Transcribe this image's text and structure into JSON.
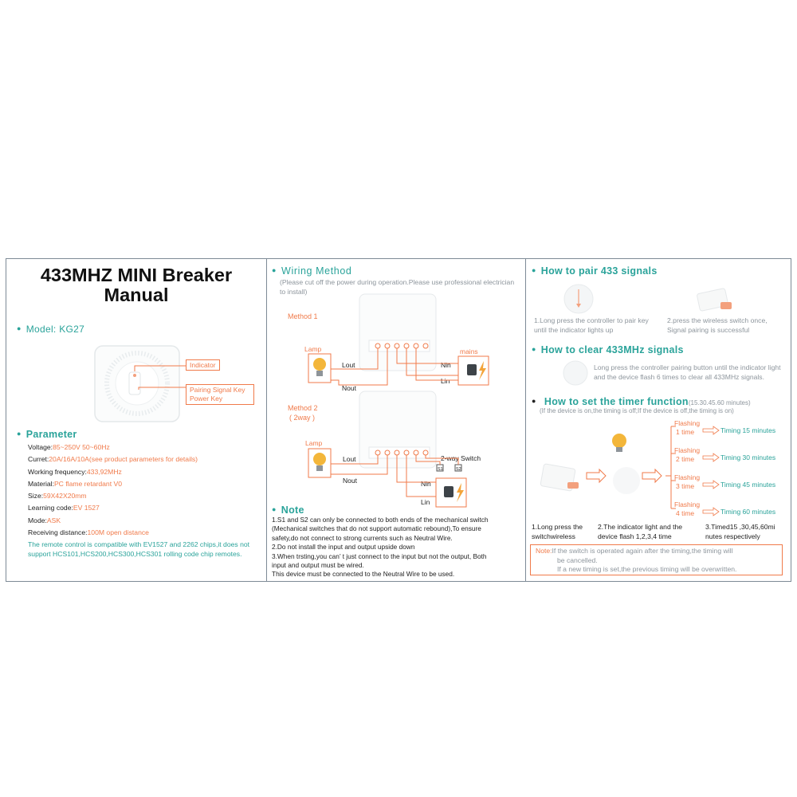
{
  "panel1": {
    "title_line1": "433MHZ MINI Breaker",
    "title_line2": "Manual",
    "model": "Model:  KG27",
    "indicator_label": "Indicator",
    "key_label_1": "Pairing Signal Key",
    "key_label_2": "Power Key",
    "parameter_heading": "Parameter",
    "params": [
      {
        "label": "Voltage:",
        "value": "85~250V  50~60Hz"
      },
      {
        "label": "Curret:",
        "value": "20A/16A/10A(see product parameters for details)"
      },
      {
        "label": "Working frequency:",
        "value": "433,92MHz"
      },
      {
        "label": "Material:",
        "value": "PC flame retardant V0"
      },
      {
        "label": "Size:",
        "value": "59X42X20mm"
      },
      {
        "label": "Learning code:",
        "value": "EV 1527"
      },
      {
        "label": "Mode:",
        "value": "ASK"
      },
      {
        "label": "Receiving distance:",
        "value": "100M open distance"
      }
    ],
    "compat_note": "The remote control is compatible with EV1527 and 2262 chips,it does not support HCS101,HCS200,HCS300,HCS301 rolling code chip remotes."
  },
  "panel2": {
    "heading": "Wiring Method",
    "subnote": "(Please cut off the power during operation.Please use professional electrician to install)",
    "method1": "Method 1",
    "method2": "Method 2",
    "method2_sub": "( 2way )",
    "lamp": "Lamp",
    "mains": "mains",
    "lout": "Lout",
    "nout": "Nout",
    "nin": "Nin",
    "lin": "Lin",
    "twoway": "2-way Switch",
    "s1": "S1",
    "s2": "S2",
    "note_heading": "Note",
    "note_lines": [
      "1.S1 and S2 can only be connected to both ends of the mechanical switch",
      "(Mechanical switches that do not support automatic rebound),To ensure",
      "safety,do not connect to strong currents such as Neutral Wire.",
      "2.Do not install the input and output upside down",
      "3.When trsting,you can’ t just connect to the input but not the output, Both",
      "input and output must be wired.",
      "This device must be connected to the Neutral Wire to be used."
    ]
  },
  "panel3": {
    "pair_heading": "How to pair 433 signals",
    "pair_step1": "1.Long press the controller to pair key until the indicator lights up",
    "pair_step2": "2.press the wireless switch once, Signal pairing is successful",
    "clear_heading": "How to clear 433MHz signals",
    "clear_text": "Long press the controller pairing button until the indicator light and the device flash 6 times to clear all 433MHz signals.",
    "timer_heading": "How to set the timer function",
    "timer_minutes": "(15.30.45.60 minutes)",
    "timer_sub": "(If the device is on,the timing is off;If the device is off,the timing is on)",
    "flash_items": [
      {
        "flash": "Flashing",
        "times": "1 time",
        "timing": "Timing 15 minutes"
      },
      {
        "flash": "Flashing",
        "times": "2 time",
        "timing": "Timing 30 minutes"
      },
      {
        "flash": "Flashing",
        "times": "3 time",
        "timing": "Timing 45 minutes"
      },
      {
        "flash": "Flashing",
        "times": "4 time",
        "timing": "Timing 60 minutes"
      }
    ],
    "step1": "1.Long press the switchwireless",
    "step2": "2.The indicator light and the device flash 1,2,3,4 time",
    "step3": "3.Timed15 ,30,45,60mi nutes respectively",
    "bottom_note_prefix": "Note:",
    "bottom_note_1": "If the switch is operated again after the timing,the timing will",
    "bottom_note_1b": "be cancelled.",
    "bottom_note_2": "If a new timing is set,the previous timing will be overwritten."
  }
}
